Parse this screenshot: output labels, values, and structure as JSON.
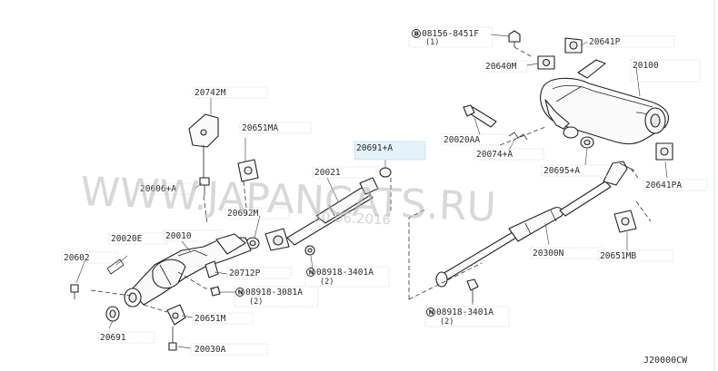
{
  "diagram_code": "J20000CW",
  "watermark": {
    "site": "WWW.JAPANCATS.RU",
    "date": "30.06.2016"
  },
  "callouts": {
    "p20742M": "20742M",
    "p20651MA": "20651MA",
    "p20606A": "20606+A",
    "p20692M": "20692M",
    "p20021": "20021",
    "p20691A": "20691+A",
    "p20020E": "20020E",
    "p20010": "20010",
    "p20602": "20602",
    "p20712P": "20712P",
    "p08918_3401A_top": "08918-3401A",
    "p08918_3401A_top_qty": "(2)",
    "p08918_3081A": "08918-3081A",
    "p08918_3081A_qty": "(2)",
    "p20651M": "20651M",
    "p20691": "20691",
    "p20030A": "20030A",
    "p08156": "08156-8451F",
    "p08156_qty": "(1)",
    "p20641P": "20641P",
    "p20640M": "20640M",
    "p20100": "20100",
    "p20020AA": "20020AA",
    "p20074A": "20074+A",
    "p20695A": "20695+A",
    "p20641PA": "20641PA",
    "p20300N": "20300N",
    "p20651MB": "20651MB",
    "p08918_3401A_bot": "08918-3401A",
    "p08918_3401A_bot_qty": "(2)"
  },
  "symbols": {
    "bolt": "B",
    "nut": "N"
  }
}
